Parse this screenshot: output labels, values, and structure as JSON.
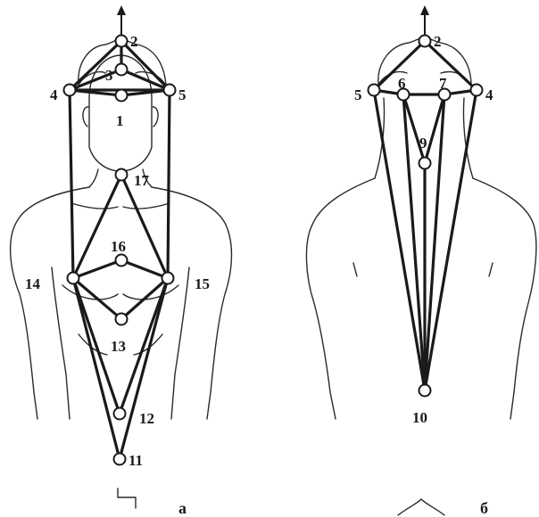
{
  "panels": [
    {
      "id": "a",
      "label": "а",
      "nodes": [
        {
          "id": "1",
          "label": "1"
        },
        {
          "id": "2",
          "label": "2"
        },
        {
          "id": "3",
          "label": "3"
        },
        {
          "id": "4",
          "label": "4"
        },
        {
          "id": "5",
          "label": "5"
        },
        {
          "id": "11",
          "label": "11"
        },
        {
          "id": "12",
          "label": "12"
        },
        {
          "id": "13",
          "label": "13"
        },
        {
          "id": "14",
          "label": "14"
        },
        {
          "id": "15",
          "label": "15"
        },
        {
          "id": "16",
          "label": "16"
        },
        {
          "id": "17",
          "label": "17"
        }
      ],
      "edges": [
        [
          "2",
          "4"
        ],
        [
          "2",
          "5"
        ],
        [
          "2",
          "3"
        ],
        [
          "3",
          "4"
        ],
        [
          "3",
          "5"
        ],
        [
          "4",
          "1"
        ],
        [
          "1",
          "5"
        ],
        [
          "4",
          "5"
        ],
        [
          "4",
          "14"
        ],
        [
          "5",
          "15"
        ],
        [
          "17",
          "14"
        ],
        [
          "17",
          "15"
        ],
        [
          "14",
          "16"
        ],
        [
          "16",
          "15"
        ],
        [
          "14",
          "13"
        ],
        [
          "13",
          "15"
        ],
        [
          "14",
          "12"
        ],
        [
          "15",
          "12"
        ],
        [
          "14",
          "11"
        ],
        [
          "15",
          "11"
        ]
      ]
    },
    {
      "id": "b",
      "label": "б",
      "nodes": [
        {
          "id": "2",
          "label": "2"
        },
        {
          "id": "4",
          "label": "4"
        },
        {
          "id": "5",
          "label": "5"
        },
        {
          "id": "6",
          "label": "6"
        },
        {
          "id": "7",
          "label": "7"
        },
        {
          "id": "9",
          "label": "9"
        },
        {
          "id": "10",
          "label": "10"
        }
      ],
      "edges": [
        [
          "2",
          "5"
        ],
        [
          "2",
          "4"
        ],
        [
          "5",
          "6"
        ],
        [
          "6",
          "7"
        ],
        [
          "7",
          "4"
        ],
        [
          "6",
          "9"
        ],
        [
          "7",
          "9"
        ],
        [
          "5",
          "10"
        ],
        [
          "4",
          "10"
        ],
        [
          "6",
          "10"
        ],
        [
          "7",
          "10"
        ],
        [
          "9",
          "10"
        ]
      ]
    }
  ],
  "arrow_icon": "arrow-up"
}
